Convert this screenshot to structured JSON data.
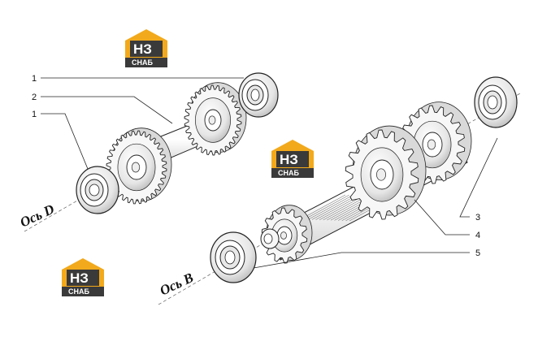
{
  "callouts": [
    "1",
    "2",
    "1",
    "3",
    "4",
    "5"
  ],
  "axes": {
    "d": "Ось D",
    "b": "Ось B"
  },
  "logo": {
    "main": "НЗ",
    "sub": "СНАБ"
  },
  "colors": {
    "logo_orange": "#f2a91b",
    "logo_dark": "#3a3a3a",
    "ink": "#222222"
  }
}
